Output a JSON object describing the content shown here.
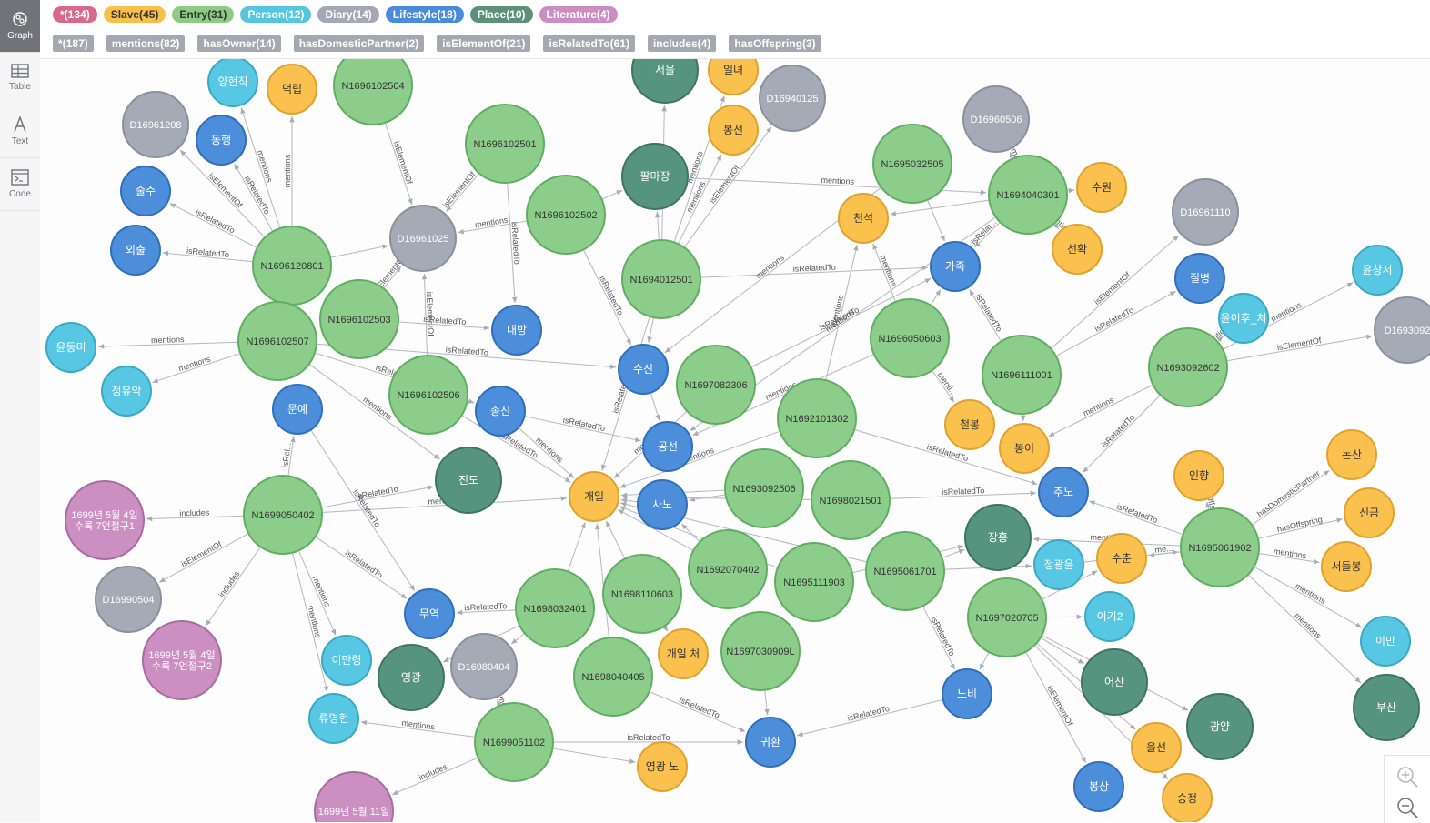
{
  "sidebar": {
    "items": [
      {
        "label": "Graph",
        "icon": "graph-icon",
        "active": true
      },
      {
        "label": "Table",
        "icon": "table-icon",
        "active": false
      },
      {
        "label": "Text",
        "icon": "text-icon",
        "active": false
      },
      {
        "label": "Code",
        "icon": "code-icon",
        "active": false
      }
    ]
  },
  "node_labels": [
    {
      "label": "*(134)",
      "color": "#d9698a"
    },
    {
      "label": "Slave(45)",
      "color": "#f7c04a"
    },
    {
      "label": "Entry(31)",
      "color": "#8ecb85"
    },
    {
      "label": "Person(12)",
      "color": "#54c6e0"
    },
    {
      "label": "Diary(14)",
      "color": "#a4a8b4"
    },
    {
      "label": "Lifestyle(18)",
      "color": "#4a8bdc"
    },
    {
      "label": "Place(10)",
      "color": "#5a9178"
    },
    {
      "label": "Literature(4)",
      "color": "#cc8ec2"
    }
  ],
  "relationship_types": [
    {
      "label": "*(187)"
    },
    {
      "label": "mentions(82)"
    },
    {
      "label": "hasOwner(14)"
    },
    {
      "label": "hasDomesticPartner(2)"
    },
    {
      "label": "isElementOf(21)"
    },
    {
      "label": "isRelatedTo(61)"
    },
    {
      "label": "includes(4)"
    },
    {
      "label": "hasOffspring(3)"
    }
  ],
  "colors": {
    "Entry": {
      "fill": "#8dcd8b",
      "stroke": "#5fae62",
      "text": "#333333"
    },
    "Slave": {
      "fill": "#fbc14e",
      "stroke": "#e0a22e",
      "text": "#333333"
    },
    "Person": {
      "fill": "#57c7e3",
      "stroke": "#3aa9c4",
      "text": "#ffffff"
    },
    "Diary": {
      "fill": "#a5abb6",
      "stroke": "#8a909c",
      "text": "#ffffff"
    },
    "Lifestyle": {
      "fill": "#4c8eda",
      "stroke": "#2f6fbb",
      "text": "#ffffff"
    },
    "Place": {
      "fill": "#569480",
      "stroke": "#3d7561",
      "text": "#ffffff"
    },
    "Literature": {
      "fill": "#cc8fc2",
      "stroke": "#a86da0",
      "text": "#ffffff"
    }
  },
  "graph": {
    "nodes": [
      {
        "id": "n1",
        "label": "N1696102504",
        "type": "Entry"
      },
      {
        "id": "n2",
        "label": "N1696102501",
        "type": "Entry"
      },
      {
        "id": "n3",
        "label": "N1696102502",
        "type": "Entry"
      },
      {
        "id": "n4",
        "label": "N1696120801",
        "type": "Entry"
      },
      {
        "id": "n5",
        "label": "N1696102503",
        "type": "Entry"
      },
      {
        "id": "n6",
        "label": "N1696102507",
        "type": "Entry"
      },
      {
        "id": "n7",
        "label": "N1696102506",
        "type": "Entry"
      },
      {
        "id": "n8",
        "label": "N1694012501",
        "type": "Entry"
      },
      {
        "id": "n9",
        "label": "N1695032505",
        "type": "Entry"
      },
      {
        "id": "n10",
        "label": "N1694040301",
        "type": "Entry"
      },
      {
        "id": "n11",
        "label": "N1696050603",
        "type": "Entry"
      },
      {
        "id": "n12",
        "label": "N1697082306",
        "type": "Entry"
      },
      {
        "id": "n13",
        "label": "N1692101302",
        "type": "Entry"
      },
      {
        "id": "n14",
        "label": "N1696111001",
        "type": "Entry"
      },
      {
        "id": "n15",
        "label": "N1693092602",
        "type": "Entry"
      },
      {
        "id": "n16",
        "label": "N1693092506",
        "type": "Entry"
      },
      {
        "id": "n17",
        "label": "N1698021501",
        "type": "Entry"
      },
      {
        "id": "n18",
        "label": "N1699050402",
        "type": "Entry"
      },
      {
        "id": "n19",
        "label": "N1692070402",
        "type": "Entry"
      },
      {
        "id": "n20",
        "label": "N1695111903",
        "type": "Entry"
      },
      {
        "id": "n21",
        "label": "N1695061701",
        "type": "Entry"
      },
      {
        "id": "n22",
        "label": "N1695061902",
        "type": "Entry"
      },
      {
        "id": "n23",
        "label": "N1698032401",
        "type": "Entry"
      },
      {
        "id": "n24",
        "label": "N1698110603",
        "type": "Entry"
      },
      {
        "id": "n25",
        "label": "N1697030909L",
        "type": "Entry"
      },
      {
        "id": "n26",
        "label": "N1697020705",
        "type": "Entry"
      },
      {
        "id": "n27",
        "label": "N1698040405",
        "type": "Entry"
      },
      {
        "id": "n28",
        "label": "N1699051102",
        "type": "Entry"
      },
      {
        "id": "s1",
        "label": "덕립",
        "type": "Slave"
      },
      {
        "id": "s2",
        "label": "일녀",
        "type": "Slave"
      },
      {
        "id": "s3",
        "label": "봉선",
        "type": "Slave"
      },
      {
        "id": "s4",
        "label": "천석",
        "type": "Slave"
      },
      {
        "id": "s5",
        "label": "수원",
        "type": "Slave"
      },
      {
        "id": "s6",
        "label": "선확",
        "type": "Slave"
      },
      {
        "id": "s7",
        "label": "철봉",
        "type": "Slave"
      },
      {
        "id": "s8",
        "label": "봉이",
        "type": "Slave"
      },
      {
        "id": "s9",
        "label": "개일",
        "type": "Slave"
      },
      {
        "id": "s10",
        "label": "인향",
        "type": "Slave"
      },
      {
        "id": "s11",
        "label": "논산",
        "type": "Slave"
      },
      {
        "id": "s12",
        "label": "신금",
        "type": "Slave"
      },
      {
        "id": "s13",
        "label": "서들봉",
        "type": "Slave"
      },
      {
        "id": "s14",
        "label": "수춘",
        "type": "Slave"
      },
      {
        "id": "s15",
        "label": "개일 처",
        "type": "Slave"
      },
      {
        "id": "s16",
        "label": "영광 노",
        "type": "Slave"
      },
      {
        "id": "s17",
        "label": "을선",
        "type": "Slave"
      },
      {
        "id": "s18",
        "label": "승정",
        "type": "Slave"
      },
      {
        "id": "p1",
        "label": "양현직",
        "type": "Person"
      },
      {
        "id": "p2",
        "label": "윤동미",
        "type": "Person"
      },
      {
        "id": "p3",
        "label": "정유악",
        "type": "Person"
      },
      {
        "id": "p4",
        "label": "윤창서",
        "type": "Person"
      },
      {
        "id": "p5",
        "label": "윤이후_처",
        "type": "Person"
      },
      {
        "id": "p6",
        "label": "정광윤",
        "type": "Person"
      },
      {
        "id": "p7",
        "label": "이기2",
        "type": "Person"
      },
      {
        "id": "p8",
        "label": "이만",
        "type": "Person"
      },
      {
        "id": "p9",
        "label": "이만령",
        "type": "Person"
      },
      {
        "id": "p10",
        "label": "류명현",
        "type": "Person"
      },
      {
        "id": "d1",
        "label": "D16961208",
        "type": "Diary"
      },
      {
        "id": "d2",
        "label": "D16961025",
        "type": "Diary"
      },
      {
        "id": "d3",
        "label": "D16940125",
        "type": "Diary"
      },
      {
        "id": "d4",
        "label": "D16960506",
        "type": "Diary"
      },
      {
        "id": "d5",
        "label": "D16961110",
        "type": "Diary"
      },
      {
        "id": "d6",
        "label": "D1693092",
        "type": "Diary"
      },
      {
        "id": "d7",
        "label": "D16990504",
        "type": "Diary"
      },
      {
        "id": "d8",
        "label": "D16980404",
        "type": "Diary"
      },
      {
        "id": "l1",
        "label": "동행",
        "type": "Lifestyle"
      },
      {
        "id": "l2",
        "label": "술수",
        "type": "Lifestyle"
      },
      {
        "id": "l3",
        "label": "외출",
        "type": "Lifestyle"
      },
      {
        "id": "l4",
        "label": "내방",
        "type": "Lifestyle"
      },
      {
        "id": "l5",
        "label": "수신",
        "type": "Lifestyle"
      },
      {
        "id": "l6",
        "label": "송신",
        "type": "Lifestyle"
      },
      {
        "id": "l7",
        "label": "문예",
        "type": "Lifestyle"
      },
      {
        "id": "l8",
        "label": "공선",
        "type": "Lifestyle"
      },
      {
        "id": "l9",
        "label": "사노",
        "type": "Lifestyle"
      },
      {
        "id": "l10",
        "label": "가족",
        "type": "Lifestyle"
      },
      {
        "id": "l11",
        "label": "질병",
        "type": "Lifestyle"
      },
      {
        "id": "l12",
        "label": "추노",
        "type": "Lifestyle"
      },
      {
        "id": "l13",
        "label": "무역",
        "type": "Lifestyle"
      },
      {
        "id": "l14",
        "label": "노비",
        "type": "Lifestyle"
      },
      {
        "id": "l15",
        "label": "귀환",
        "type": "Lifestyle"
      },
      {
        "id": "l16",
        "label": "봉상",
        "type": "Lifestyle"
      },
      {
        "id": "pl1",
        "label": "서울",
        "type": "Place"
      },
      {
        "id": "pl2",
        "label": "팔마장",
        "type": "Place"
      },
      {
        "id": "pl3",
        "label": "진도",
        "type": "Place"
      },
      {
        "id": "pl4",
        "label": "장흥",
        "type": "Place"
      },
      {
        "id": "pl5",
        "label": "영광",
        "type": "Place"
      },
      {
        "id": "pl6",
        "label": "어산",
        "type": "Place"
      },
      {
        "id": "pl7",
        "label": "광양",
        "type": "Place"
      },
      {
        "id": "pl8",
        "label": "부산",
        "type": "Place"
      },
      {
        "id": "lt1",
        "label": "1699년 5월 4일 수록 7언절구1",
        "type": "Literature"
      },
      {
        "id": "lt2",
        "label": "1699년 5월 4일 수록 7언절구2",
        "type": "Literature"
      },
      {
        "id": "lt3",
        "label": "1699년 5월 11일",
        "type": "Literature"
      }
    ],
    "edges": [
      [
        "n4",
        "p1",
        "mentions"
      ],
      [
        "n4",
        "s1",
        "mentions"
      ],
      [
        "n4",
        "d1",
        "isElementOf"
      ],
      [
        "n4",
        "l1",
        "isRelatedTo"
      ],
      [
        "n4",
        "l2",
        "isRelatedTo"
      ],
      [
        "n4",
        "l3",
        "isRelatedTo"
      ],
      [
        "n4",
        "d2",
        ""
      ],
      [
        "n1",
        "d2",
        "isElementOf"
      ],
      [
        "n2",
        "d2",
        "isElementOf"
      ],
      [
        "n3",
        "d2",
        "mentions"
      ],
      [
        "n5",
        "d2",
        "isElementOf"
      ],
      [
        "n7",
        "d2",
        "isElementOf"
      ],
      [
        "n2",
        "l4",
        "isRelatedTo"
      ],
      [
        "n5",
        "l4",
        "isRelatedTo"
      ],
      [
        "n6",
        "p2",
        "mentions"
      ],
      [
        "n6",
        "p3",
        "mentions"
      ],
      [
        "n6",
        "l5",
        "isRelatedTo"
      ],
      [
        "n6",
        "pl3",
        "mentions"
      ],
      [
        "n8",
        "pl1",
        ""
      ],
      [
        "n8",
        "pl2",
        ""
      ],
      [
        "n8",
        "s2",
        "mentions"
      ],
      [
        "n8",
        "s3",
        "mentions"
      ],
      [
        "n8",
        "d3",
        "isElementOf"
      ],
      [
        "n8",
        "l10",
        "isRelatedTo"
      ],
      [
        "n8",
        "s9",
        "isRelatedTo"
      ],
      [
        "n3",
        "pl2",
        ""
      ],
      [
        "pl2",
        "n10",
        "mentions"
      ],
      [
        "n10",
        "d4",
        "isElementOf"
      ],
      [
        "n10",
        "s5",
        ""
      ],
      [
        "n10",
        "s6",
        "mentions"
      ],
      [
        "n10",
        "s4",
        ""
      ],
      [
        "n10",
        "l10",
        "isRelat..."
      ],
      [
        "n9",
        "l10",
        ""
      ],
      [
        "n11",
        "s4",
        "mentions"
      ],
      [
        "n11",
        "s7",
        "menti..."
      ],
      [
        "n11",
        "l10",
        ""
      ],
      [
        "n12",
        "l10",
        "isRelatedTo"
      ],
      [
        "n13",
        "s4",
        "mentions"
      ],
      [
        "n14",
        "d5",
        "isElementOf"
      ],
      [
        "n14",
        "l11",
        "isRelatedTo"
      ],
      [
        "n14",
        "l10",
        "isRelatedTo"
      ],
      [
        "n14",
        "s8",
        ""
      ],
      [
        "n15",
        "p5",
        "mentions"
      ],
      [
        "n15",
        "d6",
        "isElementOf"
      ],
      [
        "n15",
        "p4",
        "mentions"
      ],
      [
        "n15",
        "s8",
        "mentions"
      ],
      [
        "n15",
        "l12",
        "isRelatedTo"
      ],
      [
        "n13",
        "l12",
        "isRelatedTo"
      ],
      [
        "n17",
        "l12",
        "isRelatedTo"
      ],
      [
        "n22",
        "s10",
        "hasOffspring"
      ],
      [
        "n22",
        "s11",
        "hasDomesticPartner"
      ],
      [
        "n22",
        "s12",
        "hasOffspring"
      ],
      [
        "n22",
        "s13",
        "mentions"
      ],
      [
        "n22",
        "s14",
        "me..."
      ],
      [
        "n22",
        "p8",
        "mentions"
      ],
      [
        "n22",
        "pl8",
        "mentions"
      ],
      [
        "n22",
        "pl4",
        "mentions"
      ],
      [
        "n18",
        "lt1",
        "includes"
      ],
      [
        "n18",
        "d7",
        "isElementOf"
      ],
      [
        "n18",
        "lt2",
        "includes"
      ],
      [
        "n18",
        "l7",
        "isRel..."
      ],
      [
        "n18",
        "p9",
        "mentions"
      ],
      [
        "n18",
        "p10",
        "mentions"
      ],
      [
        "n18",
        "l13",
        "isRelatedTo"
      ],
      [
        "n18",
        "pl3",
        "isRelatedTo"
      ],
      [
        "n18",
        "s9",
        "mentions"
      ],
      [
        "n23",
        "l13",
        "isRelatedTo"
      ],
      [
        "n23",
        "pl5",
        ""
      ],
      [
        "n23",
        "d8",
        ""
      ],
      [
        "n28",
        "p10",
        "mentions"
      ],
      [
        "n28",
        "lt3",
        "includes"
      ],
      [
        "n28",
        "d8",
        "isElementOf"
      ],
      [
        "n28",
        "l15",
        "isRelatedTo"
      ],
      [
        "n28",
        "s16",
        ""
      ],
      [
        "n24",
        "s15",
        ""
      ],
      [
        "n24",
        "s9",
        ""
      ],
      [
        "n25",
        "l15",
        ""
      ],
      [
        "n27",
        "l15",
        "isRelatedTo"
      ],
      [
        "n26",
        "l14",
        ""
      ],
      [
        "n26",
        "pl6",
        ""
      ],
      [
        "n26",
        "s17",
        ""
      ],
      [
        "n26",
        "s18",
        ""
      ],
      [
        "n26",
        "l16",
        "isElementOf"
      ],
      [
        "n26",
        "p7",
        ""
      ],
      [
        "n26",
        "pl7",
        ""
      ],
      [
        "n21",
        "l14",
        "isRelatedTo"
      ],
      [
        "n21",
        "pl4",
        ""
      ],
      [
        "n20",
        "pl4",
        ""
      ],
      [
        "n19",
        "l9",
        ""
      ],
      [
        "n16",
        "l9",
        ""
      ],
      [
        "l7",
        "l13",
        "isRelatedTo"
      ],
      [
        "l6",
        "l8",
        "isRelatedTo"
      ],
      [
        "l6",
        "s9",
        "mentions"
      ],
      [
        "l5",
        "l8",
        ""
      ],
      [
        "l9",
        "s9",
        ""
      ],
      [
        "n12",
        "s9",
        "mentions"
      ],
      [
        "n13",
        "s9",
        "mentions"
      ],
      [
        "n16",
        "s9",
        ""
      ],
      [
        "n17",
        "s9",
        ""
      ],
      [
        "n19",
        "s9",
        ""
      ],
      [
        "n20",
        "s9",
        ""
      ],
      [
        "n21",
        "s9",
        ""
      ],
      [
        "n23",
        "s9",
        ""
      ],
      [
        "n27",
        "s9",
        ""
      ],
      [
        "n7",
        "s9",
        "isRelatedTo"
      ],
      [
        "n6",
        "l6",
        "isRelatedTo"
      ],
      [
        "n3",
        "l5",
        "isRelatedTo"
      ],
      [
        "n8",
        "l5",
        ""
      ],
      [
        "n9",
        "l5",
        "mentions"
      ],
      [
        "n11",
        "l8",
        "mentions"
      ],
      [
        "l14",
        "l15",
        "isRelatedTo"
      ],
      [
        "n21",
        "p6",
        ""
      ],
      [
        "p6",
        "n22",
        "me..."
      ],
      [
        "n22",
        "l12",
        "isRelatedTo"
      ],
      [
        "n26",
        "s14",
        ""
      ],
      [
        "n10",
        "l8",
        "mentions"
      ]
    ]
  }
}
